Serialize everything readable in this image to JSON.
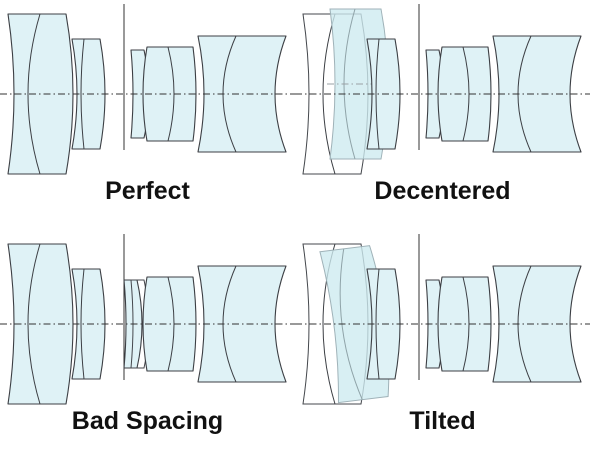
{
  "diagram": {
    "panels": [
      {
        "key": "perfect",
        "caption": "Perfect",
        "error": "none"
      },
      {
        "key": "decentered",
        "caption": "Decentered",
        "error": "decenter"
      },
      {
        "key": "spacing",
        "caption": "Bad Spacing",
        "error": "spacing"
      },
      {
        "key": "tilted",
        "caption": "Tilted",
        "error": "tilt"
      }
    ],
    "colors": {
      "lens_fill": "#dff2f6",
      "outline": "#3c3f44",
      "caption_text": "#111111"
    }
  }
}
